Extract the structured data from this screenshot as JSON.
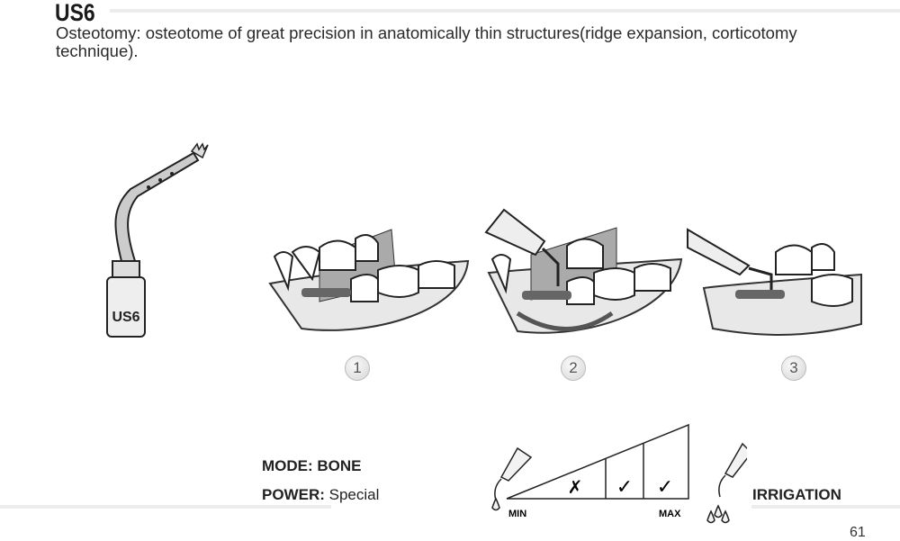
{
  "header": {
    "title": "US6",
    "description": "Osteotomy: osteotome of great precision in anatomically thin structures(ridge expansion, corticotomy technique)."
  },
  "tip": {
    "label": "US6"
  },
  "steps": [
    {
      "number": "1"
    },
    {
      "number": "2"
    },
    {
      "number": "3"
    }
  ],
  "settings": {
    "mode_label": "MODE: BONE",
    "power_label": "POWER:",
    "power_value": "Special",
    "irrigation_label": "IRRIGATION",
    "scale_min": "MIN",
    "scale_max": "MAX",
    "levels": [
      {
        "mark": "✗",
        "recommended": false
      },
      {
        "mark": "✓",
        "recommended": true
      },
      {
        "mark": "✓",
        "recommended": true
      }
    ]
  },
  "footer": {
    "page_number": "61"
  }
}
